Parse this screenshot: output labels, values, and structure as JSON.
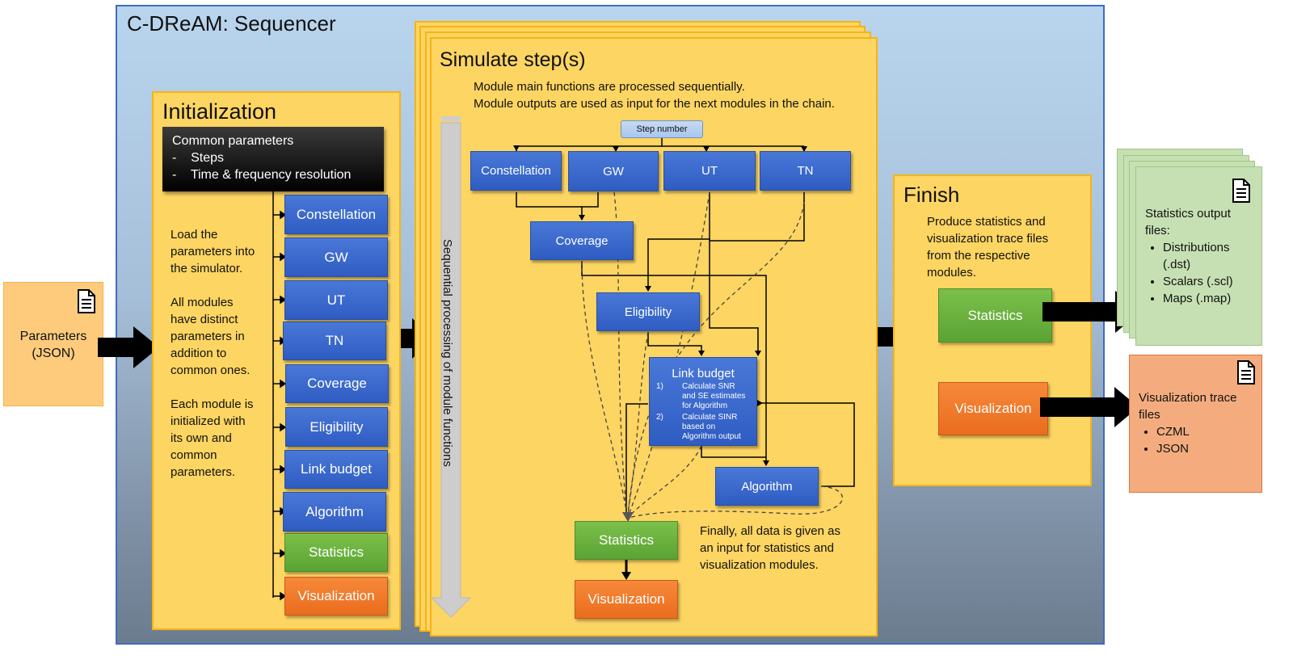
{
  "sequencer": {
    "title": "C-DReAM: Sequencer"
  },
  "parameters": {
    "label_line1": "Parameters",
    "label_line2": "(JSON)"
  },
  "init": {
    "title": "Initialization",
    "common": {
      "title": "Common parameters",
      "item1": "-    Steps",
      "item2": "-    Time & frequency resolution"
    },
    "para1": "Load the parameters into the simulator.",
    "para2": "All modules have distinct parameters in addition to common ones.",
    "para3": "Each module is initialized with its own and common parameters.",
    "modules": [
      "Constellation",
      "GW",
      "UT",
      "TN",
      "Coverage",
      "Eligibility",
      "Link budget",
      "Algorithm",
      "Statistics",
      "Visualization"
    ]
  },
  "simulate": {
    "title": "Simulate step(s)",
    "desc1": "Module main functions are processed sequentially.",
    "desc2": "Module outputs are used as input for the next modules in the chain.",
    "vertical_label": "Sequential processing of module functions",
    "step_number": "Step number",
    "constellation": "Constellation",
    "gw": "GW",
    "ut": "UT",
    "tn": "TN",
    "coverage": "Coverage",
    "eligibility": "Eligibility",
    "linkbudget_title": "Link budget",
    "lb_n1": "1)",
    "lb_item1": "Calculate SNR and SE estimates for Algorithm",
    "lb_n2": "2)",
    "lb_item2": "Calculate SINR based on Algorithm output",
    "algorithm": "Algorithm",
    "statistics": "Statistics",
    "visualization": "Visualization",
    "final_text": "Finally, all data is given as an input for statistics and visualization modules."
  },
  "finish": {
    "title": "Finish",
    "desc": "Produce statistics and visualization trace files from the respective modules.",
    "statistics": "Statistics",
    "visualization": "Visualization"
  },
  "outputs": {
    "stats_title": "Statistics output files:",
    "stats_items": [
      "Distributions (.dst)",
      "Scalars (.scl)",
      "Maps (.map)"
    ],
    "vis_title": "Visualization trace files",
    "vis_items": [
      "CZML",
      "JSON"
    ]
  },
  "colors": {
    "blue": "#3566cc",
    "green": "#6ab23e",
    "orange": "#ee7628",
    "yellow": "#fdd562"
  }
}
